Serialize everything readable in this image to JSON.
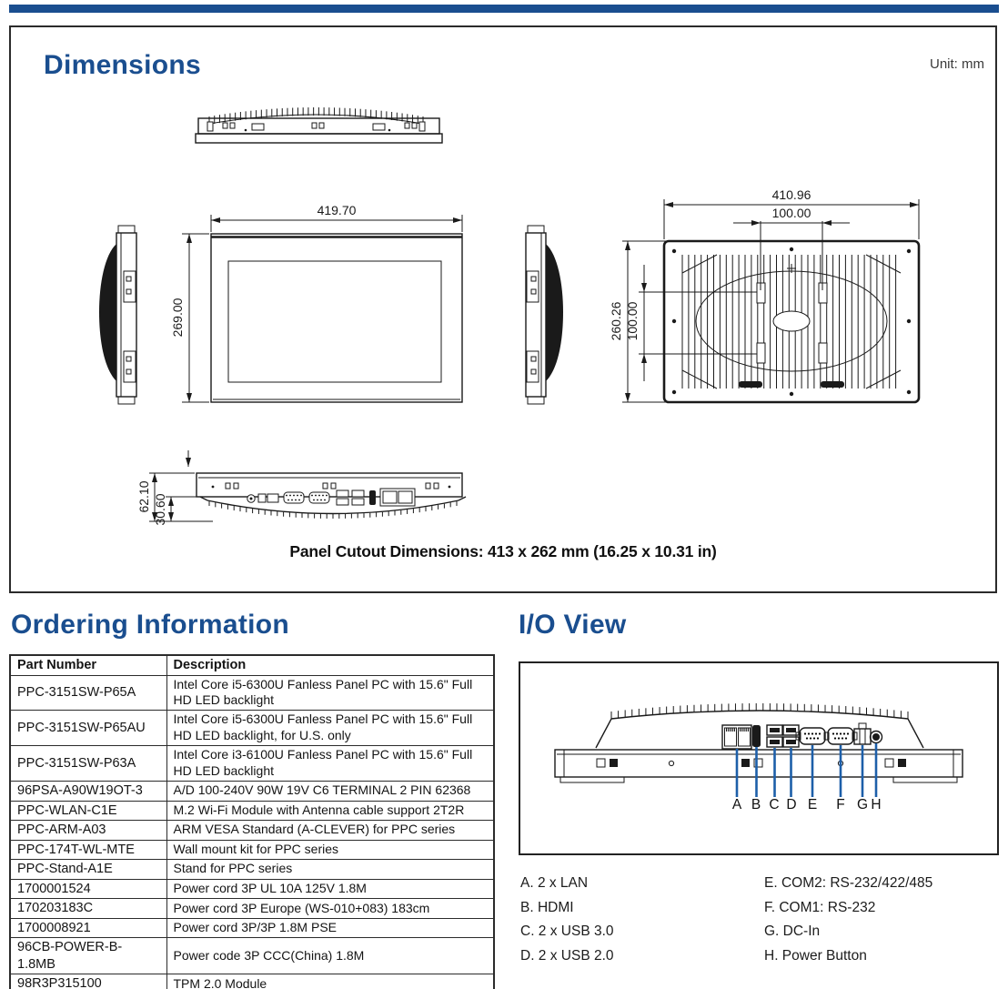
{
  "colors": {
    "brand_blue": "#1a4e8f",
    "callout_blue": "#1d5fa9"
  },
  "dimensions": {
    "title": "Dimensions",
    "unit_label": "Unit: mm",
    "front_width": "419.70",
    "front_height": "269.00",
    "rear_width": "410.96",
    "rear_vesa_h": "100.00",
    "rear_height": "260.26",
    "rear_vesa_v": "100.00",
    "side_total_depth": "62.10",
    "side_body_depth": "30.60",
    "cutout_note": "Panel Cutout Dimensions: 413 x 262 mm (16.25 x 10.31 in)"
  },
  "ordering": {
    "title": "Ordering Information",
    "headers": [
      "Part Number",
      "Description"
    ],
    "rows": [
      [
        "PPC-3151SW-P65A",
        "Intel Core i5-6300U Fanless Panel PC with 15.6\" Full HD LED backlight"
      ],
      [
        "PPC-3151SW-P65AU",
        "Intel Core i5-6300U Fanless Panel PC with 15.6\" Full HD LED backlight, for U.S. only"
      ],
      [
        "PPC-3151SW-P63A",
        "Intel Core i3-6100U Fanless Panel PC with 15.6\" Full HD LED backlight"
      ],
      [
        "96PSA-A90W19OT-3",
        "A/D 100-240V 90W 19V C6 TERMINAL 2 PIN 62368"
      ],
      [
        "PPC-WLAN-C1E",
        "M.2 Wi-Fi Module with Antenna cable support 2T2R"
      ],
      [
        "PPC-ARM-A03",
        "ARM VESA Standard (A-CLEVER) for PPC series"
      ],
      [
        "PPC-174T-WL-MTE",
        "Wall mount kit for PPC series"
      ],
      [
        "PPC-Stand-A1E",
        "Stand for PPC series"
      ],
      [
        "1700001524",
        "Power cord 3P UL 10A 125V 1.8M"
      ],
      [
        "170203183C",
        "Power cord 3P Europe (WS-010+083) 183cm"
      ],
      [
        "1700008921",
        "Power cord 3P/3P 1.8M PSE"
      ],
      [
        "96CB-POWER-B-1.8MB",
        "Power code 3P CCC(China) 1.8M"
      ],
      [
        "98R3P315100",
        "TPM 2.0 Module"
      ]
    ]
  },
  "io": {
    "title": "I/O View",
    "letters": [
      "A",
      "B",
      "C",
      "D",
      "E",
      "F",
      "G",
      "H"
    ],
    "legend_left": [
      "A. 2 x LAN",
      "B. HDMI",
      "C. 2 x USB 3.0",
      "D. 2 x USB 2.0"
    ],
    "legend_right": [
      "E. COM2: RS-232/422/485",
      "F. COM1: RS-232",
      "G. DC-In",
      "H. Power Button"
    ]
  }
}
